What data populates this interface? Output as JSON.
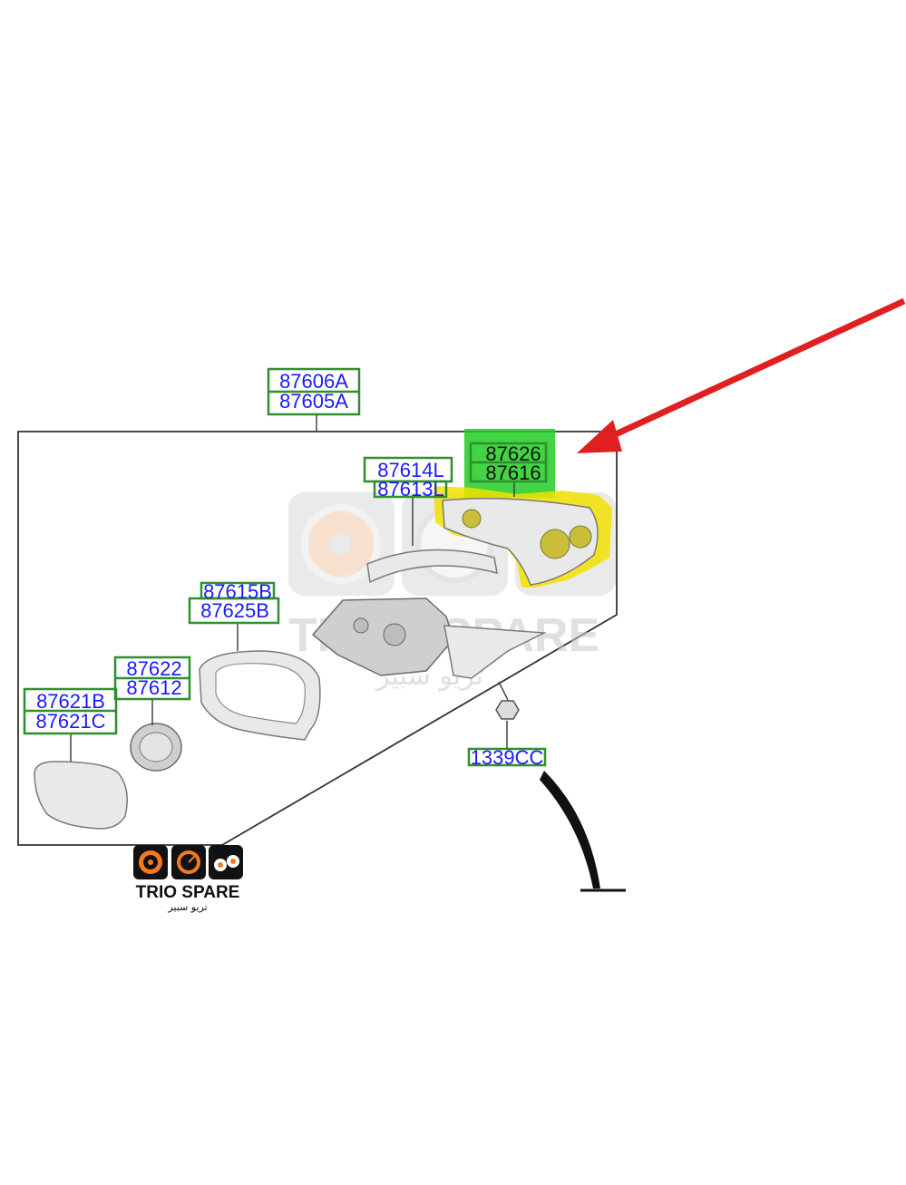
{
  "labels": {
    "main_a": "87606A",
    "main_b": "87605A",
    "cover_a": "87626",
    "cover_b": "87616",
    "lamp_a": "87614L",
    "lamp_b": "87613L",
    "holder_a": "87615B",
    "holder_b": "87625B",
    "motor_a": "87622",
    "motor_b": "87612",
    "glass_a": "87621B",
    "glass_b": "87621C",
    "nut": "1339CC"
  },
  "brand": {
    "name": "TRIO SPARE",
    "arabic": "تريو سبير"
  },
  "colors": {
    "arrow": "#e02020",
    "highlight_green": "#22cc22",
    "highlight_yellow": "#f2e200",
    "label_text": "#1a1aff",
    "box_stroke": "#2f8f2f"
  }
}
